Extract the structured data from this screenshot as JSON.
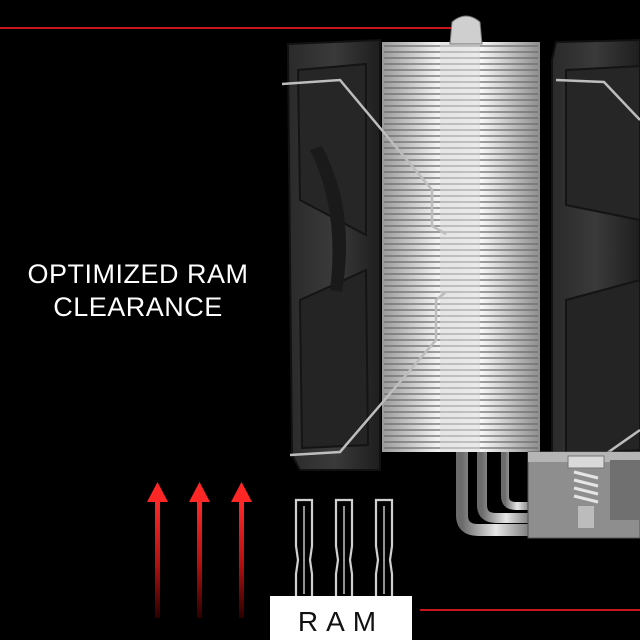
{
  "headline": {
    "line1": "OPTIMIZED RAM",
    "line2": "CLEARANCE"
  },
  "ram_label": "RAM",
  "colors": {
    "background": "#000000",
    "accent_red": "#c4161c",
    "text": "#ffffff"
  },
  "icons": [
    "airflow-arrow-icon",
    "airflow-arrow-icon",
    "airflow-arrow-icon"
  ]
}
